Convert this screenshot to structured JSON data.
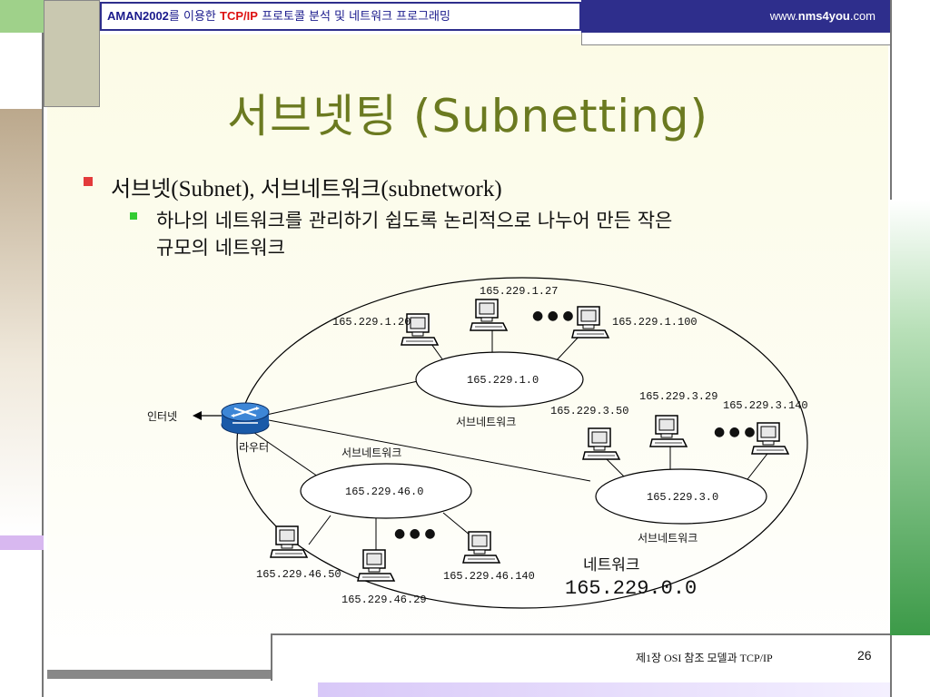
{
  "header": {
    "brand": "AMAN2002",
    "text_before": "를 이용한 ",
    "protocol": "TCP/IP",
    "text_after": " 프로토콜 분석 및 네트워크 프로그래밍",
    "site_prefix": "www.",
    "site_bold": "nms4you",
    "site_suffix": ".com"
  },
  "slide": {
    "title": "서브넷팅 (Subnetting)",
    "bullet1": {
      "ko1": "서브넷",
      "en1": "(Subnet), ",
      "ko2": "서브네트워크",
      "en2": "(subnetwork)"
    },
    "bullet2_line1": "하나의 네트워크를 관리하기 쉽도록 논리적으로 나누어 만든 작은",
    "bullet2_line2": "규모의 네트워크"
  },
  "diagram": {
    "internet": "인터넷",
    "router": "라우터",
    "subnet1": {
      "network": "165.229.1.0",
      "caption": "서브네트워크",
      "hosts": [
        "165.229.1.20",
        "165.229.1.27",
        "165.229.1.100"
      ]
    },
    "subnet3": {
      "network": "165.229.3.0",
      "caption": "서브네트워크",
      "hosts": [
        "165.229.3.50",
        "165.229.3.29",
        "165.229.3.140"
      ]
    },
    "subnet46": {
      "network": "165.229.46.0",
      "caption": "서브네트워크",
      "hosts": [
        "165.229.46.50",
        "165.229.46.29",
        "165.229.46.140"
      ]
    },
    "ellipsis": "● ● ●",
    "network_label": "네트워크",
    "network_address": "165.229.0.0"
  },
  "footer": {
    "chapter": "제1장  OSI 참조 모델과 TCP/IP",
    "page": "26"
  },
  "colors": {
    "title": "#6b7a20",
    "header_bar": "#2e2e8c",
    "bullet1": "#e33b3b",
    "bullet2": "#33cc33"
  }
}
